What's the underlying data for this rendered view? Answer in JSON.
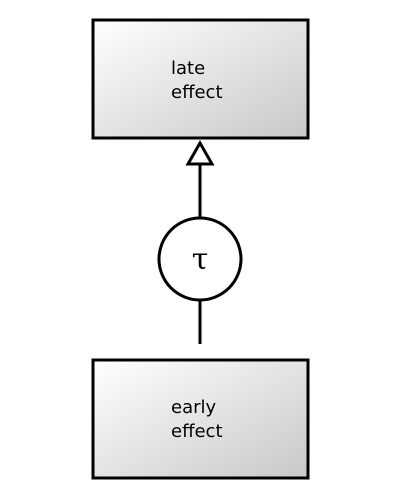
{
  "diagram": {
    "late_box": {
      "line1": "late",
      "line2": "effect"
    },
    "early_box": {
      "line1": "early",
      "line2": "effect"
    },
    "mediator": {
      "symbol": "τ"
    },
    "colors": {
      "stroke": "#000000",
      "box_gradient_start": "#ffffff",
      "box_gradient_end": "#c8c8c8",
      "circle_fill": "#ffffff"
    },
    "arrow_head_icon": "hollow-triangle-arrowhead"
  }
}
